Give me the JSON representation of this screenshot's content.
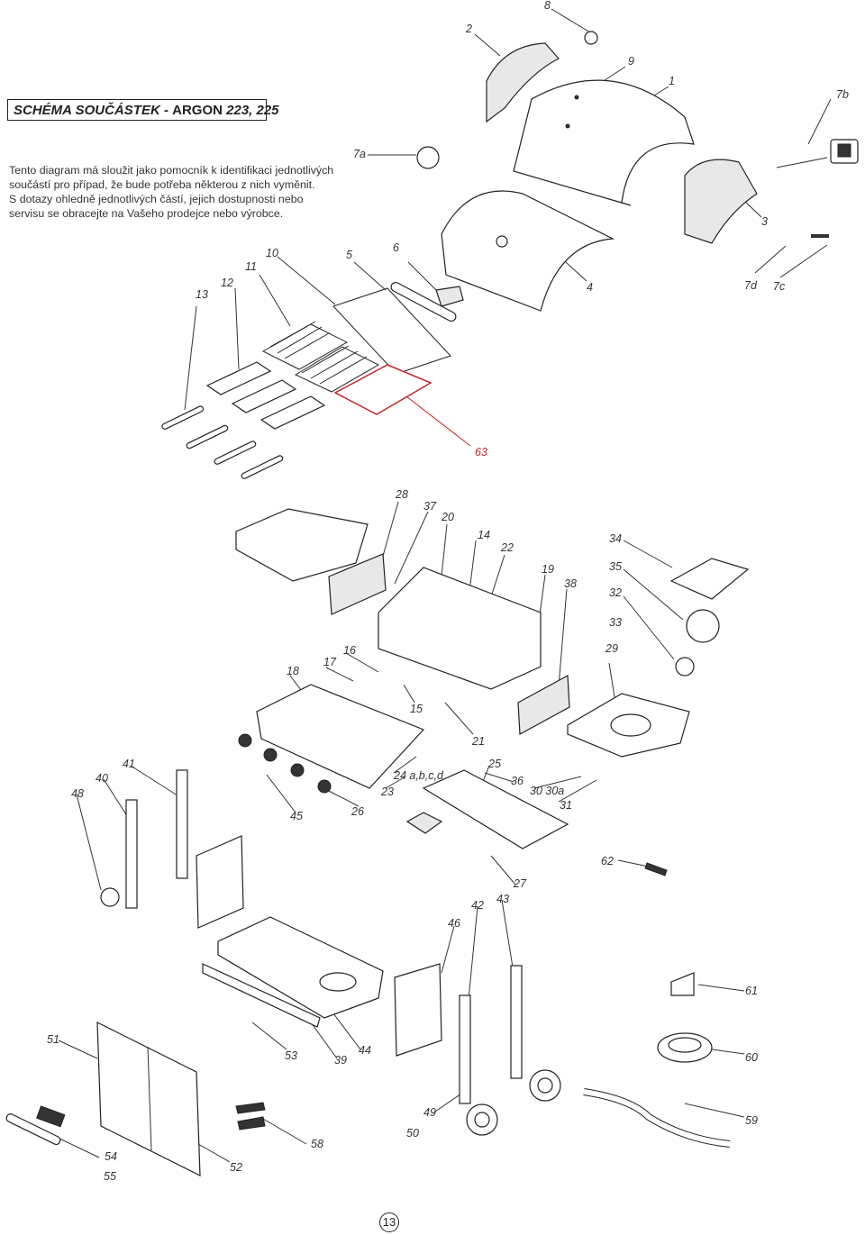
{
  "header": {
    "title_prefix": "SCHÉMA SOUČÁSTEK - ",
    "title_brand": "ARGON",
    "title_models": " 223, 225"
  },
  "intro": {
    "lines": [
      "Tento diagram má sloužit jako pomocník k identifikaci jednotlivých",
      "součástí pro případ, že bude potřeba některou z nich vyměnit.",
      "S dotazy ohledně jednotlivých částí, jejich dostupnosti nebo",
      "servisu se obracejte na Vašeho prodejce nebo výrobce."
    ]
  },
  "parts": [
    {
      "id": "8"
    },
    {
      "id": "2"
    },
    {
      "id": "9"
    },
    {
      "id": "1"
    },
    {
      "id": "7b"
    },
    {
      "id": "7a"
    },
    {
      "id": "3"
    },
    {
      "id": "10"
    },
    {
      "id": "11"
    },
    {
      "id": "12"
    },
    {
      "id": "13"
    },
    {
      "id": "5"
    },
    {
      "id": "6"
    },
    {
      "id": "4"
    },
    {
      "id": "7d"
    },
    {
      "id": "7c"
    },
    {
      "id": "63",
      "highlight": true
    },
    {
      "id": "28"
    },
    {
      "id": "37"
    },
    {
      "id": "20"
    },
    {
      "id": "14"
    },
    {
      "id": "22"
    },
    {
      "id": "19"
    },
    {
      "id": "38"
    },
    {
      "id": "34"
    },
    {
      "id": "35"
    },
    {
      "id": "32"
    },
    {
      "id": "33"
    },
    {
      "id": "29"
    },
    {
      "id": "16"
    },
    {
      "id": "17"
    },
    {
      "id": "18"
    },
    {
      "id": "15"
    },
    {
      "id": "21"
    },
    {
      "id": "25"
    },
    {
      "id": "36"
    },
    {
      "id": "30 30a"
    },
    {
      "id": "31"
    },
    {
      "id": "24 a,b,c,d"
    },
    {
      "id": "23"
    },
    {
      "id": "26"
    },
    {
      "id": "45"
    },
    {
      "id": "41"
    },
    {
      "id": "40"
    },
    {
      "id": "48"
    },
    {
      "id": "62"
    },
    {
      "id": "27"
    },
    {
      "id": "43"
    },
    {
      "id": "42"
    },
    {
      "id": "46"
    },
    {
      "id": "61"
    },
    {
      "id": "60"
    },
    {
      "id": "51"
    },
    {
      "id": "53"
    },
    {
      "id": "39"
    },
    {
      "id": "44"
    },
    {
      "id": "49"
    },
    {
      "id": "50"
    },
    {
      "id": "59"
    },
    {
      "id": "54"
    },
    {
      "id": "55"
    },
    {
      "id": "52"
    },
    {
      "id": "58"
    }
  ],
  "colors": {
    "line": "#333333",
    "highlight": "#c0272d"
  },
  "page_number": "13"
}
